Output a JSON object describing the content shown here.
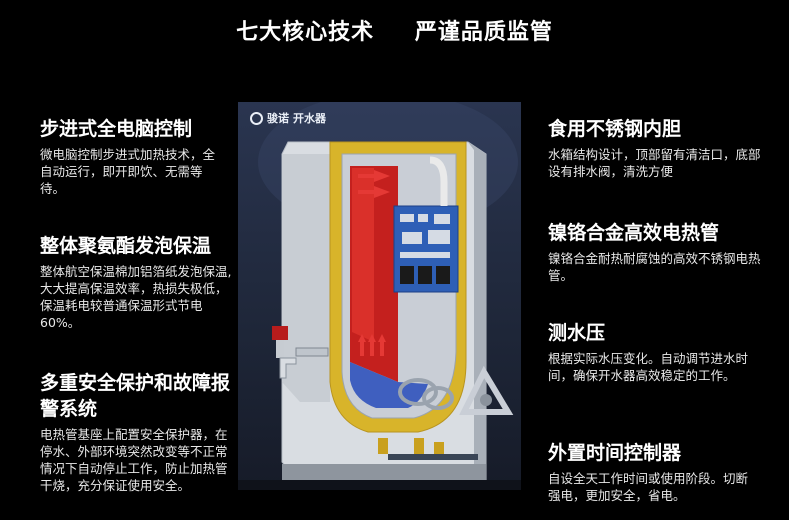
{
  "header": {
    "title_left": "七大核心技术",
    "title_right": "严谨品质监管"
  },
  "product": {
    "brand": "骏诺",
    "brand_suffix": "开水器"
  },
  "left_features": [
    {
      "title": "步进式全电脑控制",
      "desc": "微电脑控制步进式加热技术，全自动运行，即开即饮、无需等待。"
    },
    {
      "title": "整体聚氨酯发泡保温",
      "desc": "整体航空保温棉加铝箔纸发泡保温,大大提高保温效率，热损失极低，保温耗电较普通保温形式节电60%。"
    },
    {
      "title": "多重安全保护和故障报警系统",
      "desc": "电热管基座上配置安全保护器，在停水、外部环境突然改变等不正常情况下自动停止工作，防止加热管干烧，充分保证使用安全。"
    }
  ],
  "right_features": [
    {
      "title": "食用不锈钢内胆",
      "desc": "水箱结构设计，顶部留有清洁口，底部设有排水阀，清洗方便"
    },
    {
      "title": "镍铬合金高效电热管",
      "desc": "镍铬合金耐热耐腐蚀的高效不锈钢电热管。"
    },
    {
      "title": "测水压",
      "desc": "根据实际水压变化。自动调节进水时间，确保开水器高效稳定的工作。"
    },
    {
      "title": "外置时间控制器",
      "desc": "自设全天工作时间或使用阶段。切断强电，更加安全，省电。"
    }
  ]
}
